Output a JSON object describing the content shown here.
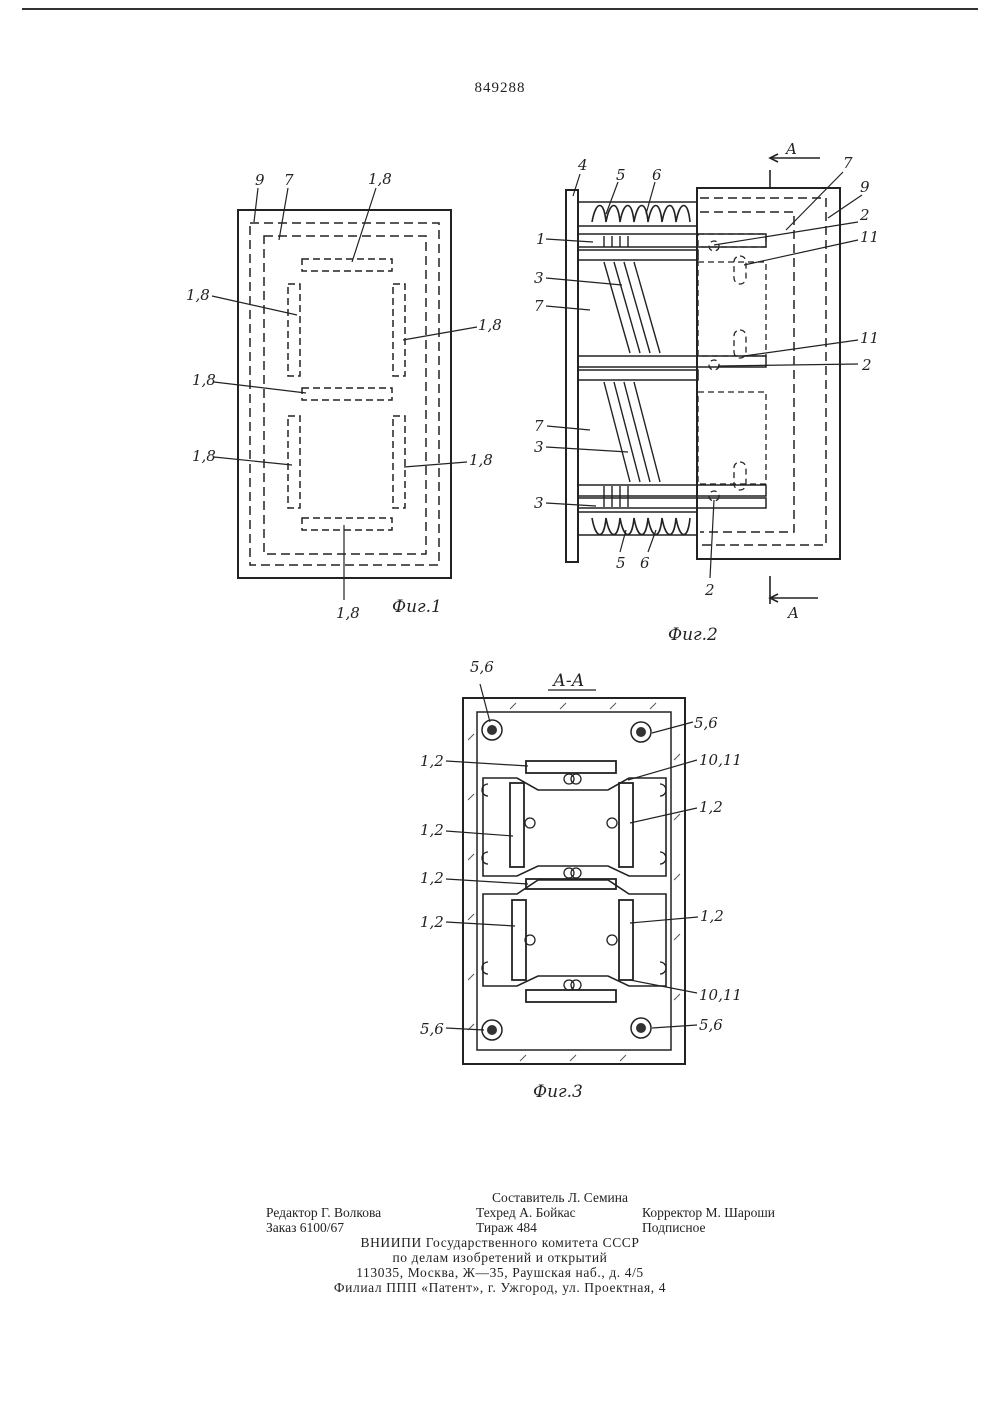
{
  "patent_number": "849288",
  "figures": {
    "fig1": {
      "caption": "Фиг.1",
      "labels": {
        "l9": "9",
        "l7": "7",
        "seg": "1,8"
      }
    },
    "fig2": {
      "caption": "Фиг.2",
      "section_mark": "A",
      "labels": {
        "l4": "4",
        "l5": "5",
        "l6": "6",
        "l1": "1",
        "l3": "3",
        "l7": "7",
        "l9": "9",
        "l2": "2",
        "l11": "11"
      }
    },
    "fig3": {
      "caption": "Фиг.3",
      "section_title": "А-А",
      "labels": {
        "rod": "5,6",
        "seg": "1,2",
        "guide": "10,11"
      }
    }
  },
  "imprint": {
    "compiler": "Составитель Л. Семина",
    "editor": "Редактор Г. Волкова",
    "techred": "Техред А. Бойкас",
    "corrector": "Корректор М. Шароши",
    "order": "Заказ 6100/67",
    "circulation": "Тираж 484",
    "subscription": "Подписное",
    "org1": "ВНИИПИ Государственного комитета СССР",
    "org2": "по делам изобретений и открытий",
    "address": "113035, Москва, Ж—35, Раушская наб., д. 4/5",
    "branch": "Филиал ППП «Патент», г. Ужгород, ул. Проектная, 4"
  }
}
